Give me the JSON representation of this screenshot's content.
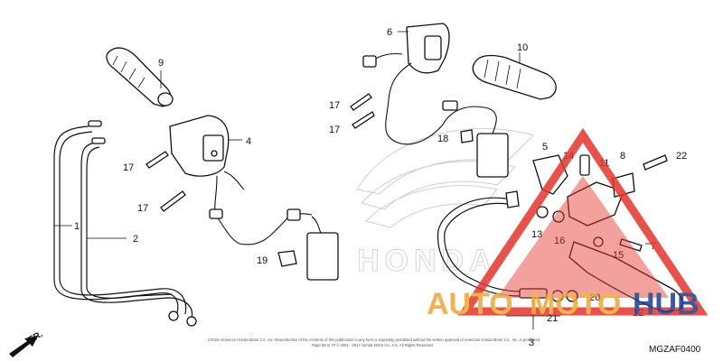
{
  "callouts": {
    "p1": "1",
    "p2": "2",
    "p3": "3",
    "p4": "4",
    "p5": "5",
    "p6": "6",
    "p7": "7",
    "p8": "8",
    "p9": "9",
    "p10": "10",
    "p11": "11",
    "p12": "12",
    "p13": "13",
    "p14": "14",
    "p15": "15",
    "p16": "16",
    "p17a": "17",
    "p17b": "17",
    "p17c": "17",
    "p17d": "17",
    "p18": "18",
    "p19": "19",
    "p20": "20",
    "p21": "21",
    "p22": "22"
  },
  "direction_label": "FR.",
  "diagram_code": "MGZAF0400",
  "copyright_line1": "©2015 American Honda Motor Co., Inc. Reproduction of the contents of this publication in any form is expressly prohibited without the written approval of American Honda Motor Co., Inc. is prohibited",
  "copyright_line2": "Page 68 to 70 © 2001 - 2017 Honda Motor Co., Inc. All Rights Reserved.",
  "background_logo_text": "HONDA",
  "watermark": {
    "auto": "AUTO",
    "moto": "MOTO",
    "hub": "HUB"
  },
  "colors": {
    "watermark_red": "#e5352b",
    "watermark_orange": "#f2a531",
    "watermark_blue": "#1d3c8c"
  }
}
